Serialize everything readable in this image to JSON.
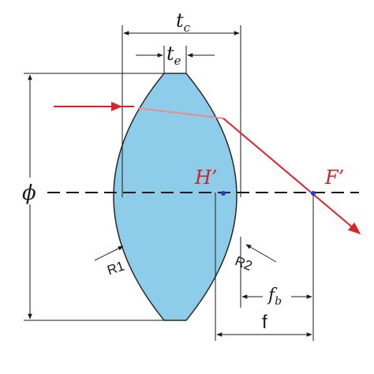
{
  "labels": {
    "tc_main": "t",
    "tc_sub": "c",
    "te_main": "t",
    "te_sub": "e",
    "phi": "ϕ",
    "h_prime": "H’",
    "f_prime": "F’",
    "r1": "R1",
    "r2": "R2",
    "fb_main": "f",
    "fb_sub": "b",
    "f": "f"
  },
  "colors": {
    "lens_fill": "#8ecdea",
    "lens_stroke": "#2a2a2a",
    "ray": "#e0202a",
    "ray_inside": "#e98a8f",
    "principal_point": "#1a3fd6",
    "dimension": "#1a1a1a",
    "background": "#ffffff"
  }
}
